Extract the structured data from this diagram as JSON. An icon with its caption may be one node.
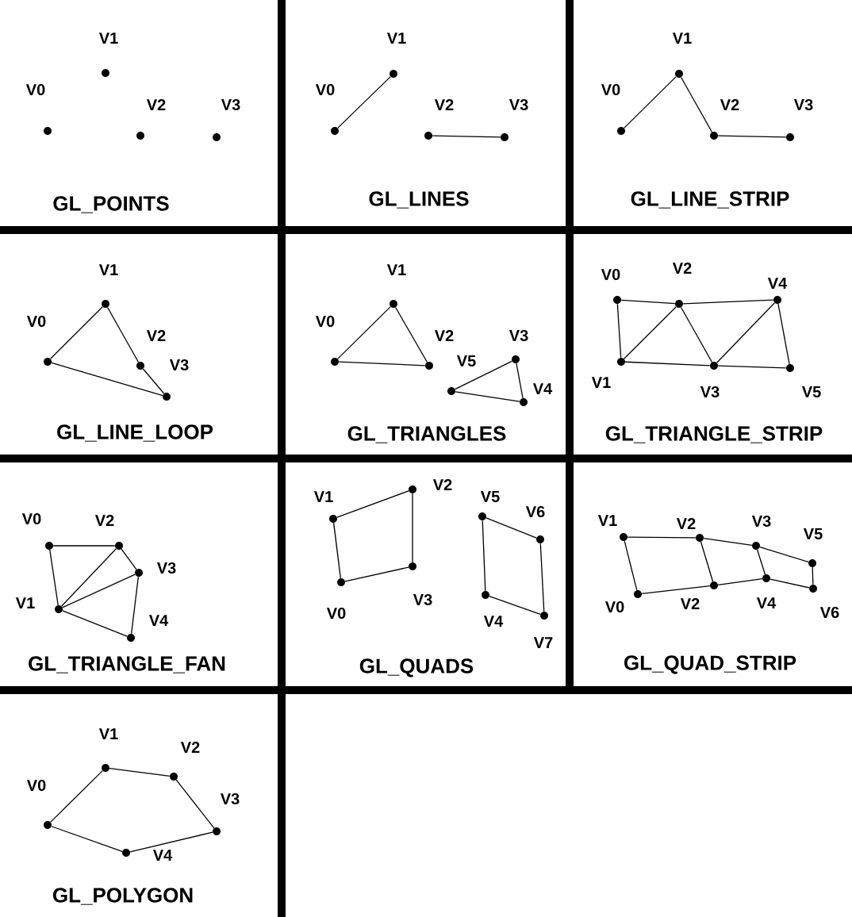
{
  "diagram": {
    "nodes": [
      {
        "text": [
          "GL_POINTS"
        ]
      },
      {
        "text": [],
        "shape": "circle",
        "in": 0,
        "beside": [
          "V0"
        ]
      },
      {
        "text": [],
        "shape": "circle",
        "in": 0,
        "beside": [
          "V1"
        ]
      },
      {
        "text": [],
        "shape": "circle",
        "in": 0,
        "beside": [
          "V2"
        ]
      },
      {
        "text": [],
        "shape": "circle",
        "in": 0,
        "beside": [
          "V3"
        ]
      },
      {
        "text": [
          "GL_LINES"
        ]
      },
      {
        "text": [],
        "shape": "circle",
        "in": 5,
        "beside": [
          "V0"
        ]
      },
      {
        "text": [],
        "shape": "circle",
        "in": 5,
        "beside": [
          "V1"
        ]
      },
      {
        "text": [],
        "shape": "circle",
        "in": 5,
        "beside": [
          "V2"
        ]
      },
      {
        "text": [],
        "shape": "circle",
        "in": 5,
        "beside": [
          "V3"
        ]
      },
      {
        "text": [
          "GL_LINE_STRIP"
        ]
      },
      {
        "text": [],
        "shape": "circle",
        "in": 10,
        "beside": [
          "V0"
        ]
      },
      {
        "text": [],
        "shape": "circle",
        "in": 10,
        "beside": [
          "V1"
        ]
      },
      {
        "text": [],
        "shape": "circle",
        "in": 10,
        "beside": [
          "V2"
        ]
      },
      {
        "text": [],
        "shape": "circle",
        "in": 10,
        "beside": [
          "V3"
        ]
      },
      {
        "text": [
          "GL_LINE_LOOP"
        ]
      },
      {
        "text": [],
        "shape": "circle",
        "in": 15,
        "beside": [
          "V0"
        ]
      },
      {
        "text": [],
        "shape": "circle",
        "in": 15,
        "beside": [
          "V1"
        ]
      },
      {
        "text": [],
        "shape": "circle",
        "in": 15,
        "beside": [
          "V2"
        ]
      },
      {
        "text": [],
        "shape": "circle",
        "in": 15,
        "beside": [
          "V3"
        ]
      },
      {
        "text": [
          "GL_TRIANGLES"
        ]
      },
      {
        "text": [],
        "shape": "circle",
        "in": 20,
        "beside": [
          "V0"
        ]
      },
      {
        "text": [],
        "shape": "circle",
        "in": 20,
        "beside": [
          "V1"
        ]
      },
      {
        "text": [],
        "shape": "circle",
        "in": 20,
        "beside": [
          "V2"
        ]
      },
      {
        "text": [],
        "shape": "circle",
        "in": 20,
        "beside": [
          "V3"
        ]
      },
      {
        "text": [],
        "shape": "circle",
        "in": 20,
        "beside": [
          "V4"
        ]
      },
      {
        "text": [],
        "shape": "circle",
        "in": 20,
        "beside": [
          "V5"
        ]
      },
      {
        "text": [
          "GL_TRIANGLE_STRIP"
        ]
      },
      {
        "text": [],
        "shape": "circle",
        "in": 27,
        "beside": [
          "V0"
        ]
      },
      {
        "text": [],
        "shape": "circle",
        "in": 27,
        "beside": [
          "V1"
        ]
      },
      {
        "text": [],
        "shape": "circle",
        "in": 27,
        "beside": [
          "V2"
        ]
      },
      {
        "text": [],
        "shape": "circle",
        "in": 27,
        "beside": [
          "V3"
        ]
      },
      {
        "text": [],
        "shape": "circle",
        "in": 27,
        "beside": [
          "V4"
        ]
      },
      {
        "text": [],
        "shape": "circle",
        "in": 27,
        "beside": [
          "V5"
        ]
      },
      {
        "text": [
          "GL_TRIANGLE_FAN"
        ]
      },
      {
        "text": [],
        "shape": "circle",
        "in": 34,
        "beside": [
          "V0"
        ]
      },
      {
        "text": [],
        "shape": "circle",
        "in": 34,
        "beside": [
          "V1"
        ]
      },
      {
        "text": [],
        "shape": "circle",
        "in": 34,
        "beside": [
          "V2"
        ]
      },
      {
        "text": [],
        "shape": "circle",
        "in": 34,
        "beside": [
          "V3"
        ]
      },
      {
        "text": [],
        "shape": "circle",
        "in": 34,
        "beside": [
          "V4"
        ]
      },
      {
        "text": [
          "GL_QUADS"
        ]
      },
      {
        "text": [],
        "shape": "circle",
        "in": 40,
        "beside": [
          "V0"
        ]
      },
      {
        "text": [],
        "shape": "circle",
        "in": 40,
        "beside": [
          "V1"
        ]
      },
      {
        "text": [],
        "shape": "circle",
        "in": 40,
        "beside": [
          "V2"
        ]
      },
      {
        "text": [],
        "shape": "circle",
        "in": 40,
        "beside": [
          "V3"
        ]
      },
      {
        "text": [],
        "shape": "circle",
        "in": 40,
        "beside": [
          "V4"
        ]
      },
      {
        "text": [],
        "shape": "circle",
        "in": 40,
        "beside": [
          "V5"
        ]
      },
      {
        "text": [],
        "shape": "circle",
        "in": 40,
        "beside": [
          "V6"
        ]
      },
      {
        "text": [],
        "shape": "circle",
        "in": 40,
        "beside": [
          "V7"
        ]
      },
      {
        "text": [
          "GL_QUAD_STRIP"
        ]
      },
      {
        "text": [],
        "shape": "circle",
        "in": 49,
        "beside": [
          "V0"
        ]
      },
      {
        "text": [],
        "shape": "circle",
        "in": 49,
        "beside": [
          "V1"
        ]
      },
      {
        "text": [],
        "shape": "circle",
        "in": 49,
        "beside": [
          "V2"
        ]
      },
      {
        "text": [],
        "shape": "circle",
        "in": 49,
        "beside": [
          "V2"
        ]
      },
      {
        "text": [],
        "shape": "circle",
        "in": 49,
        "beside": [
          "V3"
        ]
      },
      {
        "text": [],
        "shape": "circle",
        "in": 49,
        "beside": [
          "V4"
        ]
      },
      {
        "text": [],
        "shape": "circle",
        "in": 49,
        "beside": [
          "V5"
        ]
      },
      {
        "text": [],
        "shape": "circle",
        "in": 49,
        "beside": [
          "V6"
        ]
      },
      {
        "text": [
          "GL_POLYGON"
        ]
      },
      {
        "text": [],
        "shape": "circle",
        "in": 58,
        "beside": [
          "V0"
        ]
      },
      {
        "text": [],
        "shape": "circle",
        "in": 58,
        "beside": [
          "V1"
        ]
      },
      {
        "text": [],
        "shape": "circle",
        "in": 58,
        "beside": [
          "V2"
        ]
      },
      {
        "text": [],
        "shape": "circle",
        "in": 58,
        "beside": [
          "V3"
        ]
      },
      {
        "text": [],
        "shape": "circle",
        "in": 58,
        "beside": [
          "V4"
        ]
      }
    ],
    "edges": [
      {
        "from": 6,
        "to": 7,
        "arrow": "none"
      },
      {
        "from": 8,
        "to": 9,
        "arrow": "none"
      },
      {
        "from": 11,
        "to": 12,
        "arrow": "none"
      },
      {
        "from": 12,
        "to": 13,
        "arrow": "none"
      },
      {
        "from": 13,
        "to": 14,
        "arrow": "none"
      },
      {
        "from": 16,
        "to": 17,
        "arrow": "none"
      },
      {
        "from": 17,
        "to": 18,
        "arrow": "none"
      },
      {
        "from": 18,
        "to": 19,
        "arrow": "none"
      },
      {
        "from": 19,
        "to": 16,
        "arrow": "none"
      },
      {
        "from": 21,
        "to": 22,
        "arrow": "none"
      },
      {
        "from": 22,
        "to": 23,
        "arrow": "none"
      },
      {
        "from": 23,
        "to": 21,
        "arrow": "none"
      },
      {
        "from": 24,
        "to": 25,
        "arrow": "none"
      },
      {
        "from": 25,
        "to": 26,
        "arrow": "none"
      },
      {
        "from": 26,
        "to": 24,
        "arrow": "none"
      },
      {
        "from": 28,
        "to": 29,
        "arrow": "none"
      },
      {
        "from": 28,
        "to": 30,
        "arrow": "none"
      },
      {
        "from": 29,
        "to": 30,
        "arrow": "none"
      },
      {
        "from": 29,
        "to": 31,
        "arrow": "none"
      },
      {
        "from": 30,
        "to": 31,
        "arrow": "none"
      },
      {
        "from": 30,
        "to": 32,
        "arrow": "none"
      },
      {
        "from": 31,
        "to": 32,
        "arrow": "none"
      },
      {
        "from": 31,
        "to": 33,
        "arrow": "none"
      },
      {
        "from": 32,
        "to": 33,
        "arrow": "none"
      },
      {
        "from": 35,
        "to": 36,
        "arrow": "none"
      },
      {
        "from": 35,
        "to": 37,
        "arrow": "none"
      },
      {
        "from": 36,
        "to": 37,
        "arrow": "none"
      },
      {
        "from": 36,
        "to": 38,
        "arrow": "none"
      },
      {
        "from": 37,
        "to": 38,
        "arrow": "none"
      },
      {
        "from": 36,
        "to": 39,
        "arrow": "none"
      },
      {
        "from": 38,
        "to": 39,
        "arrow": "none"
      },
      {
        "from": 41,
        "to": 42,
        "arrow": "none"
      },
      {
        "from": 42,
        "to": 43,
        "arrow": "none"
      },
      {
        "from": 43,
        "to": 44,
        "arrow": "none"
      },
      {
        "from": 44,
        "to": 41,
        "arrow": "none"
      },
      {
        "from": 45,
        "to": 46,
        "arrow": "none"
      },
      {
        "from": 46,
        "to": 47,
        "arrow": "none"
      },
      {
        "from": 47,
        "to": 48,
        "arrow": "none"
      },
      {
        "from": 48,
        "to": 45,
        "arrow": "none"
      },
      {
        "from": 51,
        "to": 52,
        "arrow": "none"
      },
      {
        "from": 52,
        "to": 54,
        "arrow": "none"
      },
      {
        "from": 54,
        "to": 56,
        "arrow": "none"
      },
      {
        "from": 50,
        "to": 53,
        "arrow": "none"
      },
      {
        "from": 53,
        "to": 55,
        "arrow": "none"
      },
      {
        "from": 55,
        "to": 57,
        "arrow": "none"
      },
      {
        "from": 51,
        "to": 50,
        "arrow": "none"
      },
      {
        "from": 52,
        "to": 53,
        "arrow": "none"
      },
      {
        "from": 54,
        "to": 55,
        "arrow": "none"
      },
      {
        "from": 56,
        "to": 57,
        "arrow": "none"
      },
      {
        "from": 59,
        "to": 60,
        "arrow": "none"
      },
      {
        "from": 60,
        "to": 61,
        "arrow": "none"
      },
      {
        "from": 61,
        "to": 62,
        "arrow": "none"
      },
      {
        "from": 62,
        "to": 63,
        "arrow": "none"
      },
      {
        "from": 63,
        "to": 59,
        "arrow": "none"
      }
    ]
  }
}
